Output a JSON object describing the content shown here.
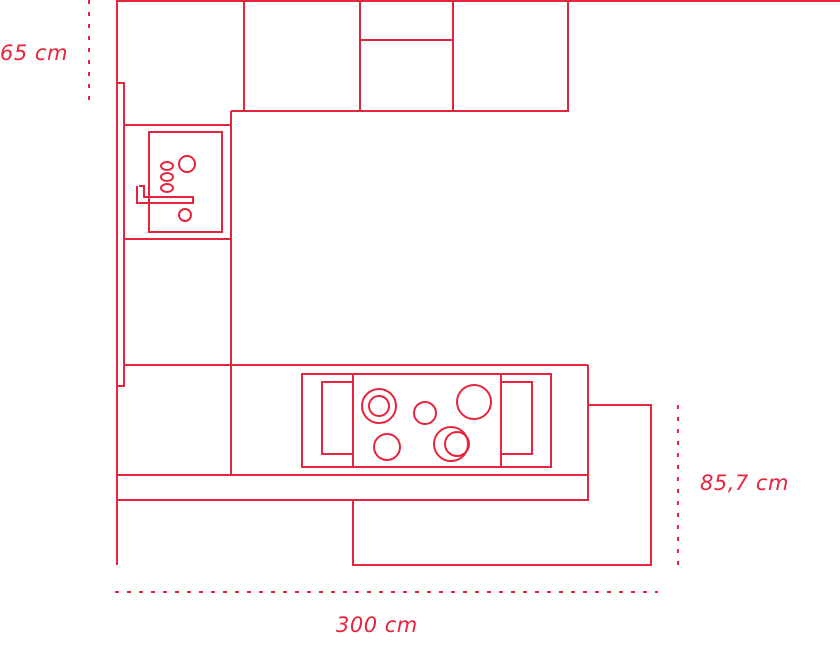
{
  "dimensions": {
    "depth_upper": "65 cm",
    "depth_island": "85,7 cm",
    "width_total": "300 cm"
  },
  "colors": {
    "line": "#e8243c",
    "background": "#ffffff"
  }
}
